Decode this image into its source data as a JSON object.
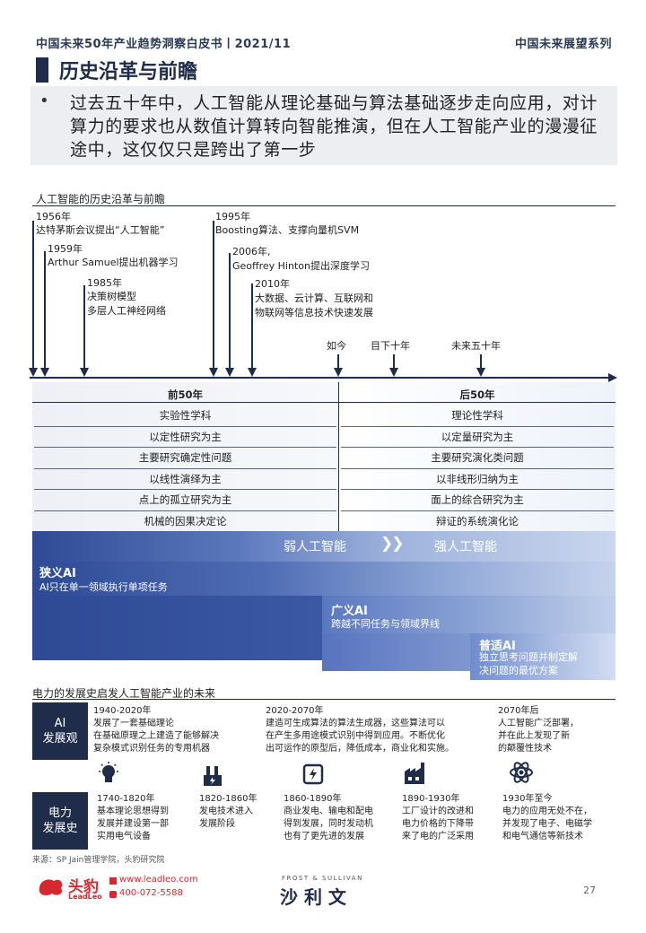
{
  "header": {
    "left": "中国未来50年产业趋势洞察白皮书丨2021/11",
    "right": "中国未来展望系列"
  },
  "title": "历史沿革与前瞻",
  "summary": {
    "bullet": "•",
    "text": "过去五十年中，人工智能从理论基础与算法基础逐步走向应用，对计算力的要求也从数值计算转向智能推演，但在人工智能产业的漫漫征途中，这仅仅只是跨出了第一步"
  },
  "history": {
    "section_title": "人工智能的历史沿革与前瞻",
    "events": {
      "e1956_year": "1956年",
      "e1956_text": "达特茅斯会议提出“人工智能”",
      "e1959_year": "1959年",
      "e1959_text": "Arthur Samuel提出机器学习",
      "e1985_year": "1985年",
      "e1985_l1": "决策树模型",
      "e1985_l2": "多层人工神经网络",
      "e1995_year": "1995年",
      "e1995_text": "Boosting算法、支撑向量机SVM",
      "e2006_year": "2006年,",
      "e2006_text": "Geoffrey Hinton提出深度学习",
      "e2010_year": "2010年",
      "e2010_l1": "大数据、云计算、互联网和",
      "e2010_l2": "物联网等信息技术快速发展"
    },
    "markers": {
      "now": "如今",
      "next10": "目下十年",
      "next50": "未来五十年"
    },
    "past_header": "前50年",
    "future_header": "后50年",
    "past_rows": [
      "实验性学科",
      "以定性研究为主",
      "主要研究确定性问题",
      "以线性演绎为主",
      "点上的孤立研究为主",
      "机械的因果决定论"
    ],
    "future_rows": [
      "理论性学科",
      "以定量研究为主",
      "主要研究演化类问题",
      "以非线形归纳为主",
      "面上的综合研究为主",
      "辩证的系统演化论"
    ],
    "weak_ai": "弱人工智能",
    "strong_ai": "强人工智能",
    "chevrons": "❯❯",
    "narrow_title": "狭义AI",
    "narrow_desc": "AI只在单一领域执行单项任务",
    "general_title": "广义AI",
    "general_desc": "跨越不同任务与领域界线",
    "super_title": "普适AI",
    "super_desc_l1": "独立思考问题并制定解",
    "super_desc_l2": "决问题的最优方案"
  },
  "power": {
    "section_title": "电力的发展史启发人工智能产业的未来",
    "ai_label_l1": "AI",
    "ai_label_l2": "发展观",
    "power_label_l1": "电力",
    "power_label_l2": "发展史",
    "ai1_year": "1940-2020年",
    "ai1_l1": "发展了一套基础理论",
    "ai1_l2": "在基础原理之上建造了能够解决",
    "ai1_l3": "复杂模式识别任务的专用机器",
    "ai2_year": "2020-2070年",
    "ai2_l1": "建造可生成算法的算法生成器，这些算法可以",
    "ai2_l2": "在产生多用途模式识别中得到应用。不断优化",
    "ai2_l3": "出可运作的原型后，降低成本，商业化和实施。",
    "ai3_year": "2070年后",
    "ai3_l1": "人工智能广泛部署，",
    "ai3_l2": "并在此上发现了新",
    "ai3_l3": "的颠覆性技术",
    "p1_year": "1740-1820年",
    "p1_l1": "基本理论思想得到",
    "p1_l2": "发展并建设第一部",
    "p1_l3": "实用电气设备",
    "p2_year": "1820-1860年",
    "p2_l1": "发电技术进入",
    "p2_l2": "发展阶段",
    "p3_year": "1860-1890年",
    "p3_l1": "商业发电、输电和配电",
    "p3_l2": "得到发展，同时发动机",
    "p3_l3": "也有了更先进的发展",
    "p4_year": "1890-1930年",
    "p4_l1": "工厂设计的改进和",
    "p4_l2": "电力价格的下降带",
    "p4_l3": "来了电的广泛采用",
    "p5_year": "1930年至今",
    "p5_l1": "电力的应用无处不在，",
    "p5_l2": "并发现了电子、电磁学",
    "p5_l3": "和电气通信等新技术",
    "source": "来源：SP Jain管理学院，头豹研究院"
  },
  "footer": {
    "brand": "头豹",
    "brand_en": "LeadLeo",
    "url": "www.leadleo.com",
    "phone": "400-072-5588",
    "partner_en": "FROST & SULLIVAN",
    "partner": "沙 利 文",
    "page": "27"
  },
  "colors": {
    "navy": "#1f2d4a",
    "blue": "#3d5fb0",
    "red": "#d8282f",
    "grey_bg": "#eceef2"
  }
}
